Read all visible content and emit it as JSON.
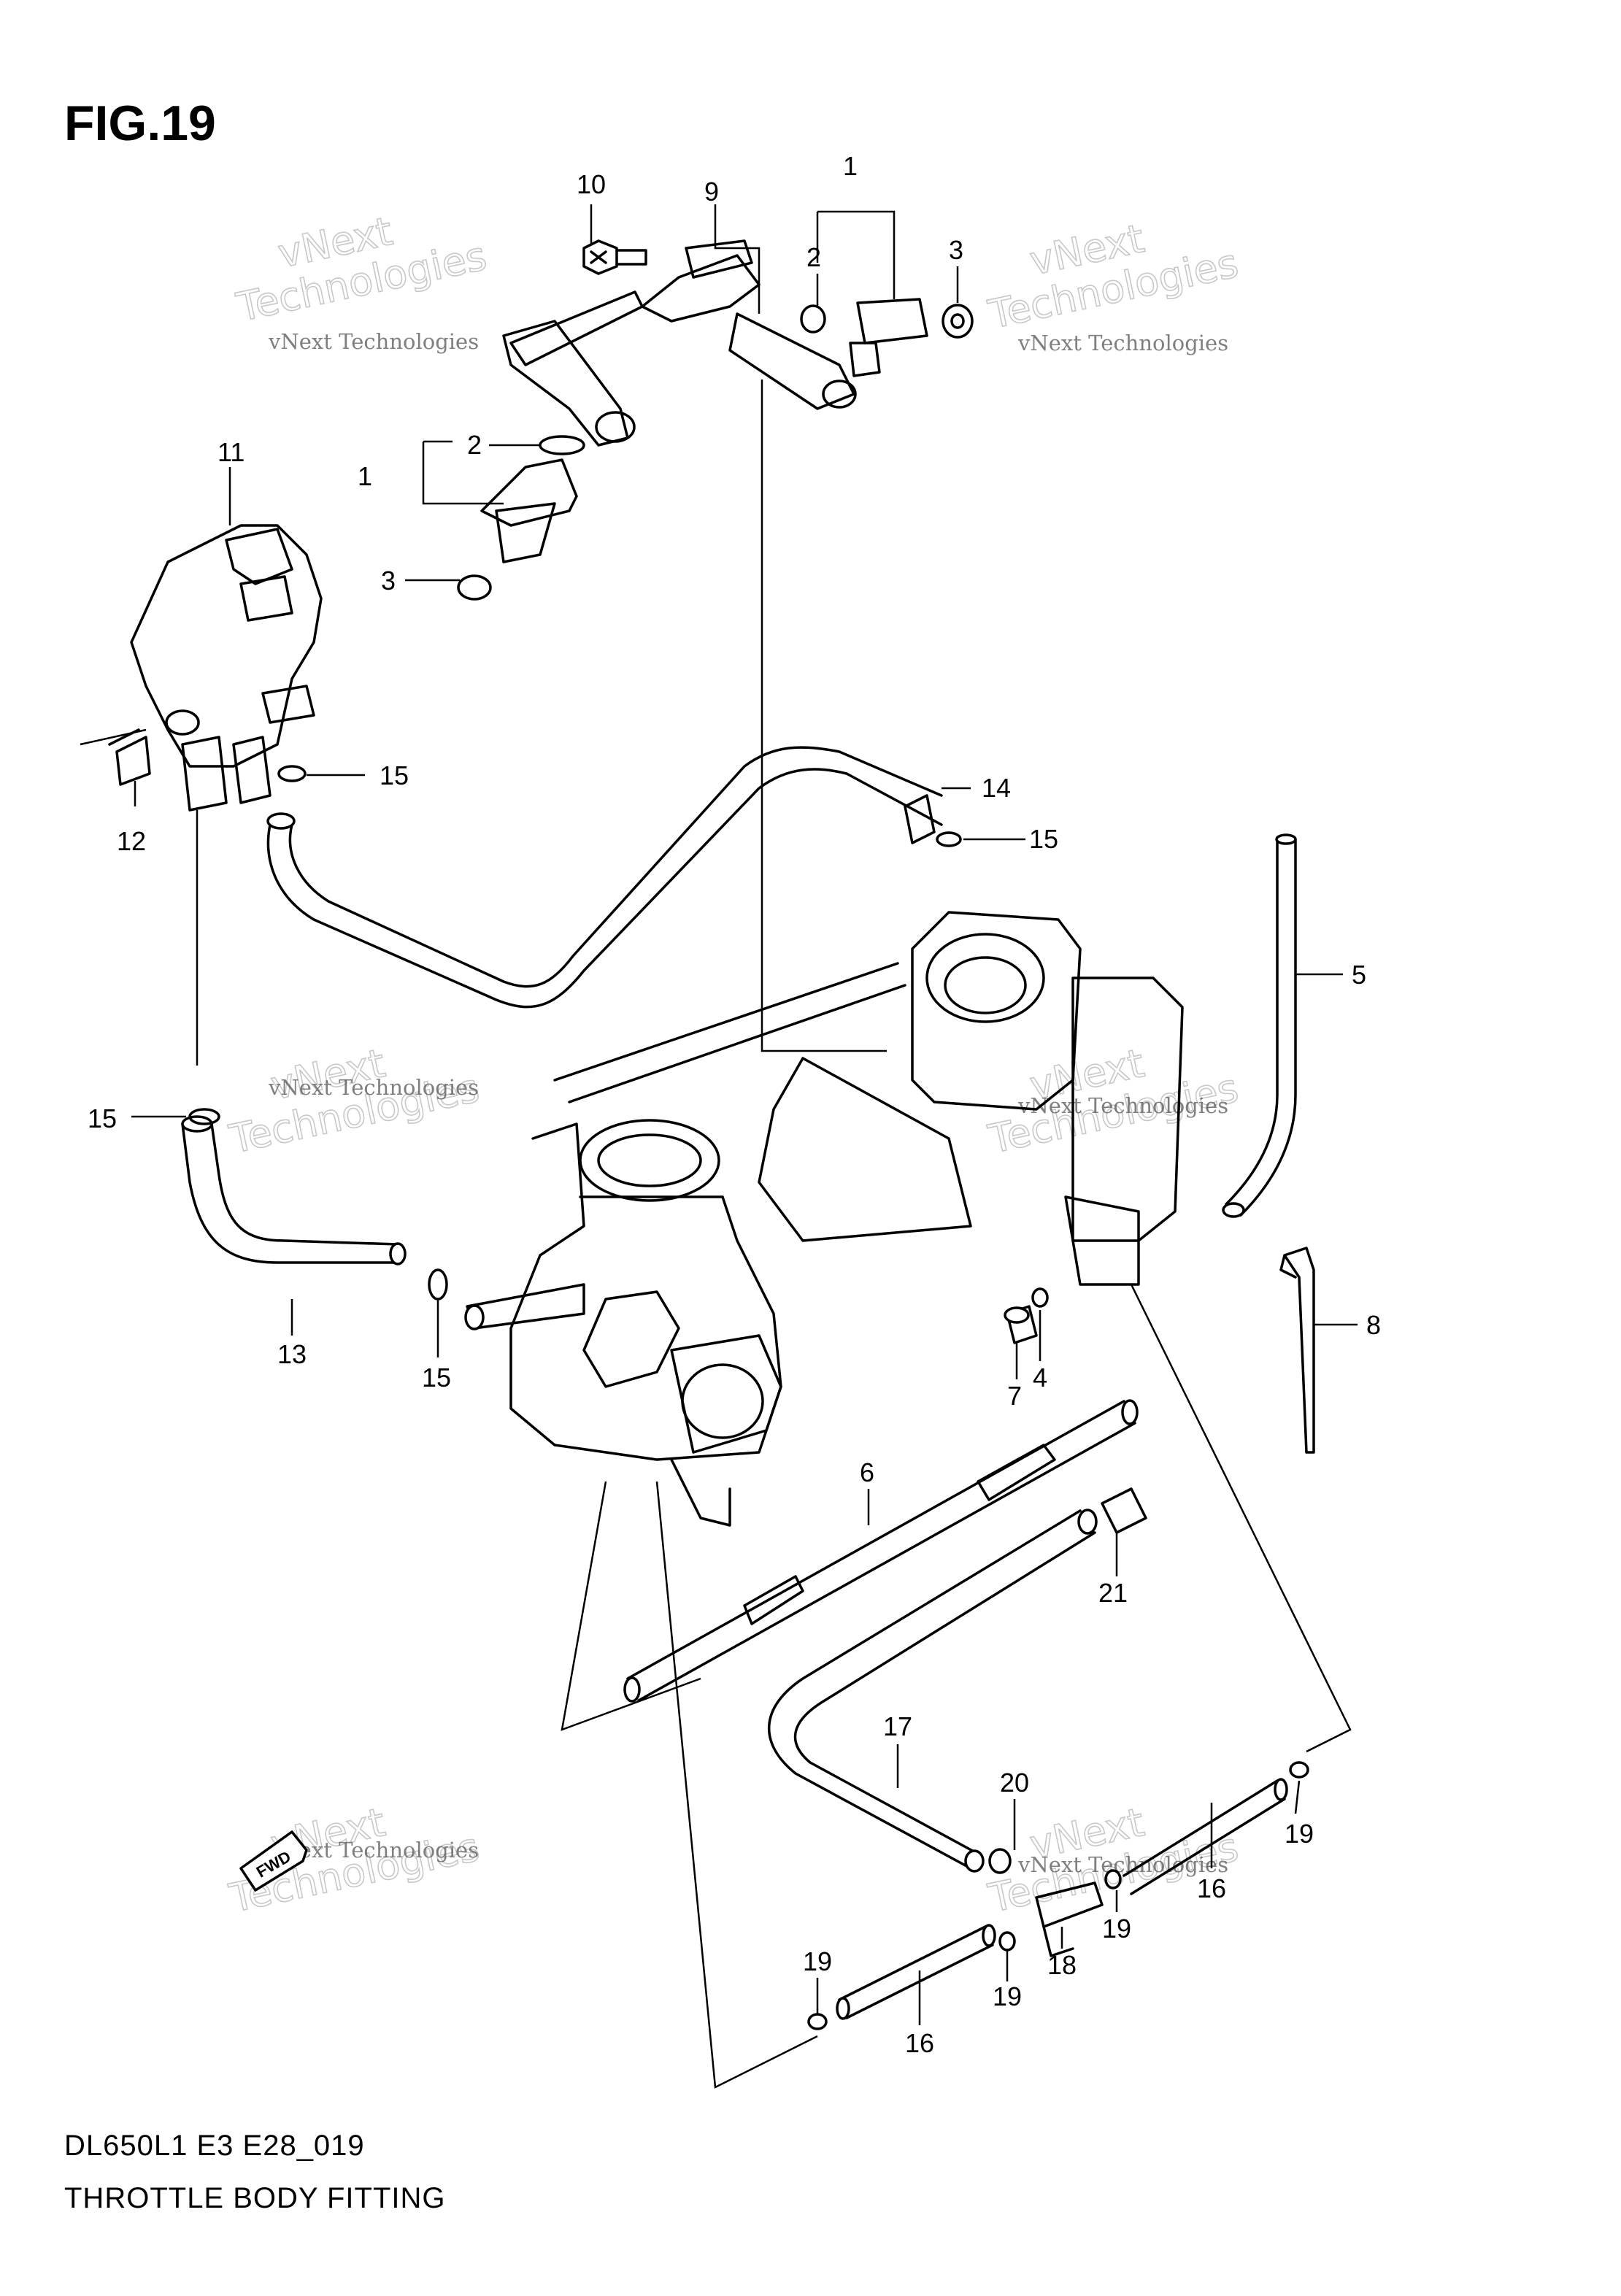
{
  "figure": {
    "title": "FIG.19",
    "model_code": "DL650L1 E3 E28_019",
    "caption": "THROTTLE BODY FITTING"
  },
  "watermark": {
    "line_small": "vNext Technologies",
    "line_big": "Technologies",
    "line_top": "vNext"
  },
  "callouts": {
    "c10": "10",
    "c9": "9",
    "c1a": "1",
    "c2a": "2",
    "c3a": "3",
    "c2b": "2",
    "c1b": "1",
    "c3b": "3",
    "c11": "11",
    "c12": "12",
    "c15a": "15",
    "c14": "14",
    "c15b": "15",
    "c5": "5",
    "c15c": "15",
    "c13": "13",
    "c15d": "15",
    "c8": "8",
    "c7": "7",
    "c4": "4",
    "c6": "6",
    "c21": "21",
    "c17": "17",
    "c20": "20",
    "c19a": "19",
    "c16a": "16",
    "c18": "18",
    "c19b": "19",
    "c19c": "19",
    "c19d": "19",
    "c16b": "16"
  },
  "fwd_label": "FWD"
}
